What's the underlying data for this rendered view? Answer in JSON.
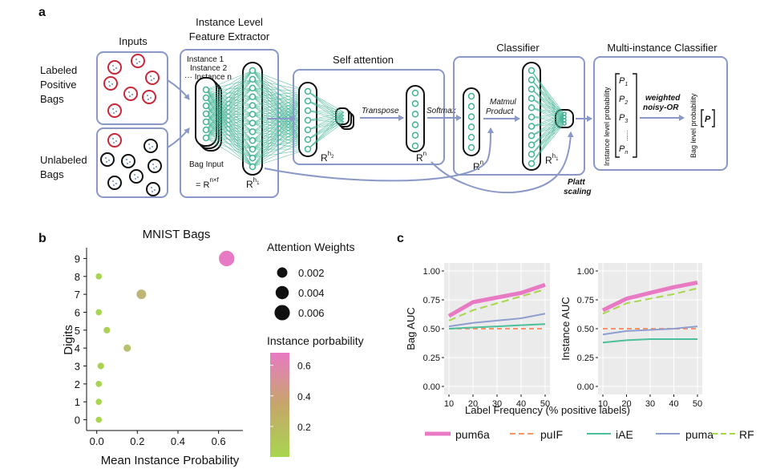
{
  "panel_a": {
    "label": "a",
    "inputs_title": "Inputs",
    "labeled_line1": "Labeled",
    "labeled_line2": "Positive",
    "labeled_line3": "Bags",
    "unlabeled_line1": "Unlabeled",
    "unlabeled_line2": "Bags",
    "extractor_title_line1": "Instance Level",
    "extractor_title_line2": "Feature Extractor",
    "instance1": "Instance 1",
    "instance2": "Instance 2",
    "instancen": "··· Instance n",
    "bag_input": "Bag Input",
    "bag_input_dim_base": "= R",
    "bag_input_dim_sup": "n×f",
    "rh1_base": "R",
    "rh1_sup": "h",
    "rh1_sub": "1",
    "self_attention_title": "Self attention",
    "rh2_base": "R",
    "rh2_sup": "h",
    "rh2_sub": "2",
    "transpose": "Transpose",
    "rn_base": "R",
    "rn_sup": "n",
    "softmax": "Softmax",
    "classifier_title": "Classifier",
    "matmul_line1": "Matmul",
    "matmul_line2": "Product",
    "rn2_base": "R",
    "rn2_sup": "n",
    "rh1b_base": "R",
    "rh1b_sup": "h",
    "rh1b_sub": "1",
    "platt_line1": "Platt",
    "platt_line2": "scaling",
    "mic_title": "Multi-instance Classifier",
    "instance_level_prob": "Instance level probability",
    "p1": "P",
    "p1_sub": "1",
    "p2": "P",
    "p2_sub": "2",
    "p3": "P",
    "p3_sub": "3",
    "pdots": "......",
    "pn": "P",
    "pn_sub": "n",
    "weighted_line1": "weighted",
    "weighted_line2": "noisy-OR",
    "bag_level_prob": "Bag level probability",
    "bag_p": "P"
  },
  "panel_b": {
    "label": "b",
    "chart_data": {
      "type": "scatter",
      "title": "MNIST Bags",
      "xlabel": "Mean Instance Probability",
      "ylabel": "Digits",
      "xlim": [
        -0.05,
        0.72
      ],
      "ylim": [
        -0.6,
        9.6
      ],
      "xticks": [
        "0.0",
        "0.2",
        "0.4",
        "0.6"
      ],
      "yticks": [
        "0",
        "1",
        "2",
        "3",
        "4",
        "5",
        "6",
        "7",
        "8",
        "9"
      ],
      "points": [
        {
          "digit": 0,
          "x": 0.01,
          "weight": 0.0003,
          "prob": 0.01
        },
        {
          "digit": 1,
          "x": 0.01,
          "weight": 0.0003,
          "prob": 0.01
        },
        {
          "digit": 2,
          "x": 0.01,
          "weight": 0.0003,
          "prob": 0.01
        },
        {
          "digit": 3,
          "x": 0.02,
          "weight": 0.0004,
          "prob": 0.02
        },
        {
          "digit": 4,
          "x": 0.15,
          "weight": 0.0006,
          "prob": 0.15
        },
        {
          "digit": 5,
          "x": 0.05,
          "weight": 0.0004,
          "prob": 0.05
        },
        {
          "digit": 6,
          "x": 0.01,
          "weight": 0.0003,
          "prob": 0.01
        },
        {
          "digit": 7,
          "x": 0.22,
          "weight": 0.0016,
          "prob": 0.22
        },
        {
          "digit": 8,
          "x": 0.01,
          "weight": 0.0003,
          "prob": 0.01
        },
        {
          "digit": 9,
          "x": 0.64,
          "weight": 0.0062,
          "prob": 0.64
        }
      ],
      "size_legend_title": "Attention Weights",
      "size_legend": [
        {
          "label": "0.002",
          "weight": 0.002
        },
        {
          "label": "0.004",
          "weight": 0.004
        },
        {
          "label": "0.006",
          "weight": 0.006
        }
      ],
      "color_legend_title": "Instance porbability",
      "color_legend_ticks": [
        "0.6",
        "0.4",
        "0.2"
      ],
      "color_low": "#a8d64f",
      "color_high": "#e87ac4"
    }
  },
  "panel_c": {
    "label": "c",
    "xlabel": "Label Frequency (% positive labels)",
    "chart_data": [
      {
        "type": "line",
        "ylabel": "Bag AUC",
        "x": [
          10,
          20,
          30,
          40,
          50
        ],
        "ylim": [
          0.0,
          1.0
        ],
        "yticks": [
          "0.00",
          "0.25",
          "0.50",
          "0.75",
          "1.00"
        ],
        "xticks": [
          "10",
          "20",
          "30",
          "40",
          "50"
        ],
        "series": [
          {
            "name": "pum6a",
            "color": "#e87ac4",
            "values": [
              0.61,
              0.73,
              0.77,
              0.81,
              0.88
            ]
          },
          {
            "name": "puIF",
            "color": "#f4956a",
            "values": [
              0.5,
              0.5,
              0.5,
              0.5,
              0.5
            ]
          },
          {
            "name": "iAE",
            "color": "#4dbf9c",
            "values": [
              0.5,
              0.51,
              0.52,
              0.53,
              0.54
            ]
          },
          {
            "name": "puma",
            "color": "#8f9ed0",
            "values": [
              0.52,
              0.55,
              0.57,
              0.59,
              0.63
            ]
          },
          {
            "name": "RF",
            "color": "#a8d64f",
            "values": [
              0.57,
              0.66,
              0.72,
              0.78,
              0.84
            ]
          }
        ]
      },
      {
        "type": "line",
        "ylabel": "Instance AUC",
        "x": [
          10,
          20,
          30,
          40,
          50
        ],
        "ylim": [
          0.0,
          1.0
        ],
        "yticks": [
          "0.00",
          "0.25",
          "0.50",
          "0.75",
          "1.00"
        ],
        "xticks": [
          "10",
          "20",
          "30",
          "40",
          "50"
        ],
        "series": [
          {
            "name": "pum6a",
            "color": "#e87ac4",
            "values": [
              0.66,
              0.76,
              0.81,
              0.86,
              0.9
            ]
          },
          {
            "name": "puIF",
            "color": "#f4956a",
            "values": [
              0.5,
              0.5,
              0.5,
              0.5,
              0.5
            ]
          },
          {
            "name": "iAE",
            "color": "#4dbf9c",
            "values": [
              0.38,
              0.4,
              0.41,
              0.41,
              0.41
            ]
          },
          {
            "name": "puma",
            "color": "#8f9ed0",
            "values": [
              0.45,
              0.48,
              0.49,
              0.5,
              0.52
            ]
          },
          {
            "name": "RF",
            "color": "#a8d64f",
            "values": [
              0.63,
              0.72,
              0.76,
              0.8,
              0.85
            ]
          }
        ]
      }
    ],
    "legend": [
      {
        "name": "pum6a",
        "color": "#e87ac4",
        "style": "thick"
      },
      {
        "name": "puIF",
        "color": "#f4956a",
        "style": "dash"
      },
      {
        "name": "iAE",
        "color": "#4dbf9c",
        "style": "solid"
      },
      {
        "name": "puma",
        "color": "#8f9ed0",
        "style": "solid"
      },
      {
        "name": "RF",
        "color": "#a8d64f",
        "style": "dash"
      }
    ],
    "panel_bg": "#ebebeb"
  }
}
